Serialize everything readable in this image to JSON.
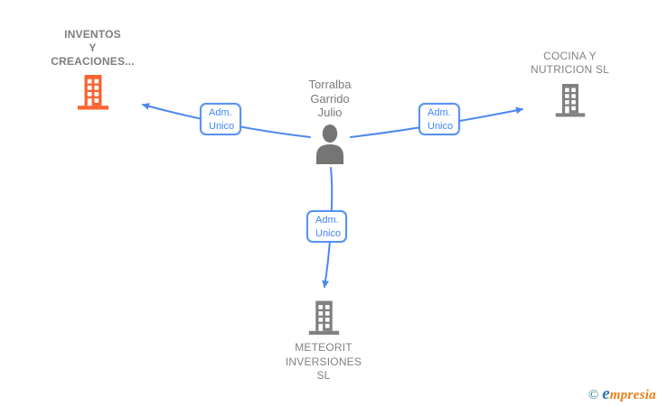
{
  "person": {
    "full_name": "Torralba Garrido Julio",
    "line1": "Torralba",
    "line2": "Garrido",
    "line3": "Julio"
  },
  "companies": {
    "top_left": {
      "line1": "INVENTOS",
      "line2": "Y",
      "line3": "CREACIONES...",
      "highlighted": true
    },
    "top_right": {
      "line1": "COCINA Y",
      "line2": "NUTRICION SL",
      "highlighted": false
    },
    "bottom": {
      "line1": "METEORIT",
      "line2": "INVERSIONES",
      "line3": "SL",
      "highlighted": false
    }
  },
  "edges": {
    "left": {
      "line1": "Adm.",
      "line2": "Unico"
    },
    "right": {
      "line1": "Adm.",
      "line2": "Unico"
    },
    "bottom": {
      "line1": "Adm.",
      "line2": "Unico"
    }
  },
  "footer": {
    "copyright_symbol": "©",
    "brand_first_letter": "e",
    "brand_rest": "mpresia"
  },
  "colors": {
    "edge_blue": "#4c87ee",
    "label_blue": "#4285f4",
    "company_gray": "#828282",
    "icon_gray": "#808080",
    "highlight_orange": "#fb6330",
    "logo_teal": "#2a7b8c",
    "logo_blue": "#2577be",
    "logo_orange": "#e97d17"
  }
}
